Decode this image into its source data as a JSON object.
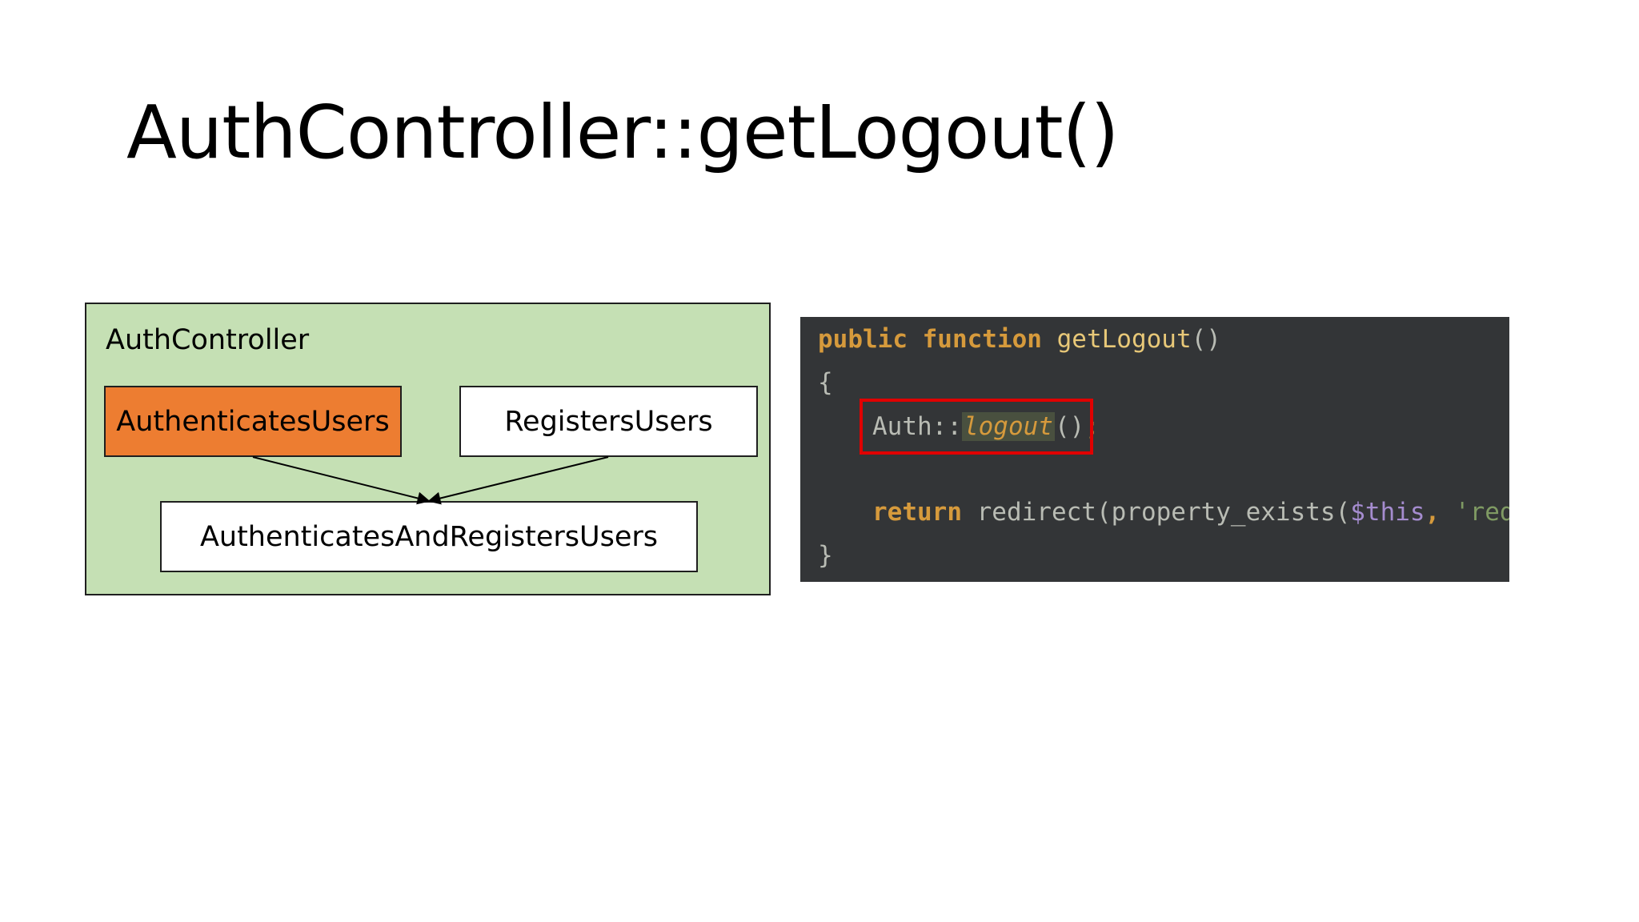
{
  "slide": {
    "title": "AuthController::getLogout()"
  },
  "colors": {
    "panel_bg": "#c5e0b4",
    "highlight_box_bg": "#ed7d31",
    "code_bg": "#333537",
    "code_keyword": "#d69a3c",
    "code_function_name": "#e8c878",
    "code_plain": "#b9bcb4",
    "code_variable": "#a58ccf",
    "code_string": "#7f9a63",
    "code_selection_bg": "#49503f",
    "code_call_outline": "#e00000"
  },
  "diagram": {
    "container_label": "AuthController",
    "boxes": {
      "authenticates_users": "AuthenticatesUsers",
      "registers_users": "RegistersUsers",
      "authenticates_and_registers_users": "AuthenticatesAndRegistersUsers"
    },
    "highlighted_box": "AuthenticatesUsers",
    "edges": [
      {
        "from": "AuthenticatesUsers",
        "to": "AuthenticatesAndRegistersUsers"
      },
      {
        "from": "RegistersUsers",
        "to": "AuthenticatesAndRegistersUsers"
      }
    ]
  },
  "code": {
    "line1": {
      "keyword1": "public",
      "keyword2": " function",
      "name": " getLogout",
      "parens": "()"
    },
    "line2": {
      "brace": "{"
    },
    "line3": {
      "class_ref": "Auth::",
      "method": "logout",
      "rest": "()",
      "semicolon": ";"
    },
    "line4": {
      "keyword": "return",
      "call": " redirect(property_exists(",
      "var": "$this",
      "comma": ",",
      "string": " 'redirectAfterLogout')"
    },
    "line5": {
      "brace": "}"
    }
  }
}
